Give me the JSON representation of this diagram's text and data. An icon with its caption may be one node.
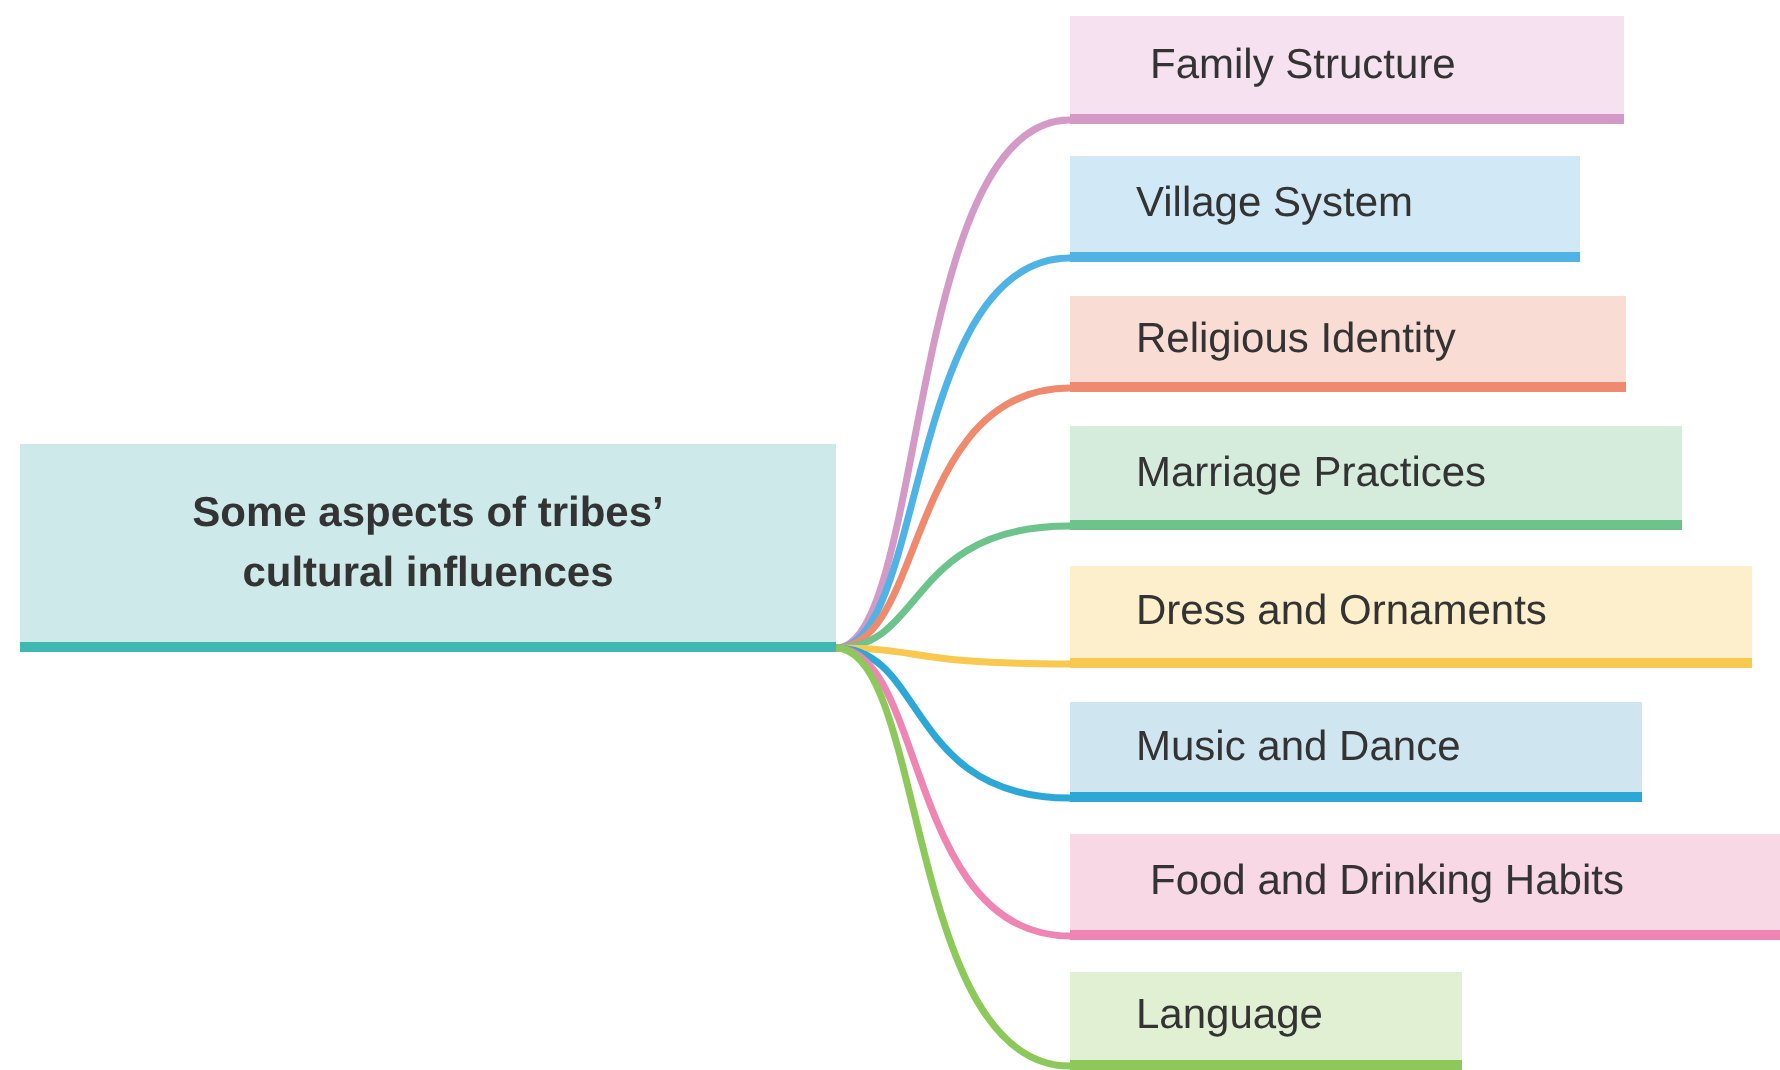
{
  "diagram": {
    "nodes": [
      {
        "text": [
          "Some aspects of tribes’ cultural influences"
        ]
      },
      {
        "text": [
          "Family Structure"
        ]
      },
      {
        "text": [
          "Village System"
        ]
      },
      {
        "text": [
          "Religious Identity"
        ]
      },
      {
        "text": [
          "Marriage Practices"
        ]
      },
      {
        "text": [
          "Dress and Ornaments"
        ]
      },
      {
        "text": [
          "Music and Dance"
        ]
      },
      {
        "text": [
          "Food and Drinking Habits"
        ]
      },
      {
        "text": [
          "Language"
        ]
      }
    ],
    "edges": [
      {
        "from": 0,
        "to": 1,
        "arrow": "none",
        "color": "#d39ac8"
      },
      {
        "from": 0,
        "to": 2,
        "arrow": "none",
        "color": "#4fb3e6"
      },
      {
        "from": 0,
        "to": 3,
        "arrow": "none",
        "color": "#ef8a6e"
      },
      {
        "from": 0,
        "to": 4,
        "arrow": "none",
        "color": "#6cc38b"
      },
      {
        "from": 0,
        "to": 5,
        "arrow": "none",
        "color": "#f9c94f"
      },
      {
        "from": 0,
        "to": 6,
        "arrow": "none",
        "color": "#2ba8d6"
      },
      {
        "from": 0,
        "to": 7,
        "arrow": "none",
        "color": "#ee85b2"
      },
      {
        "from": 0,
        "to": 8,
        "arrow": "none",
        "color": "#8cc95a"
      }
    ]
  }
}
